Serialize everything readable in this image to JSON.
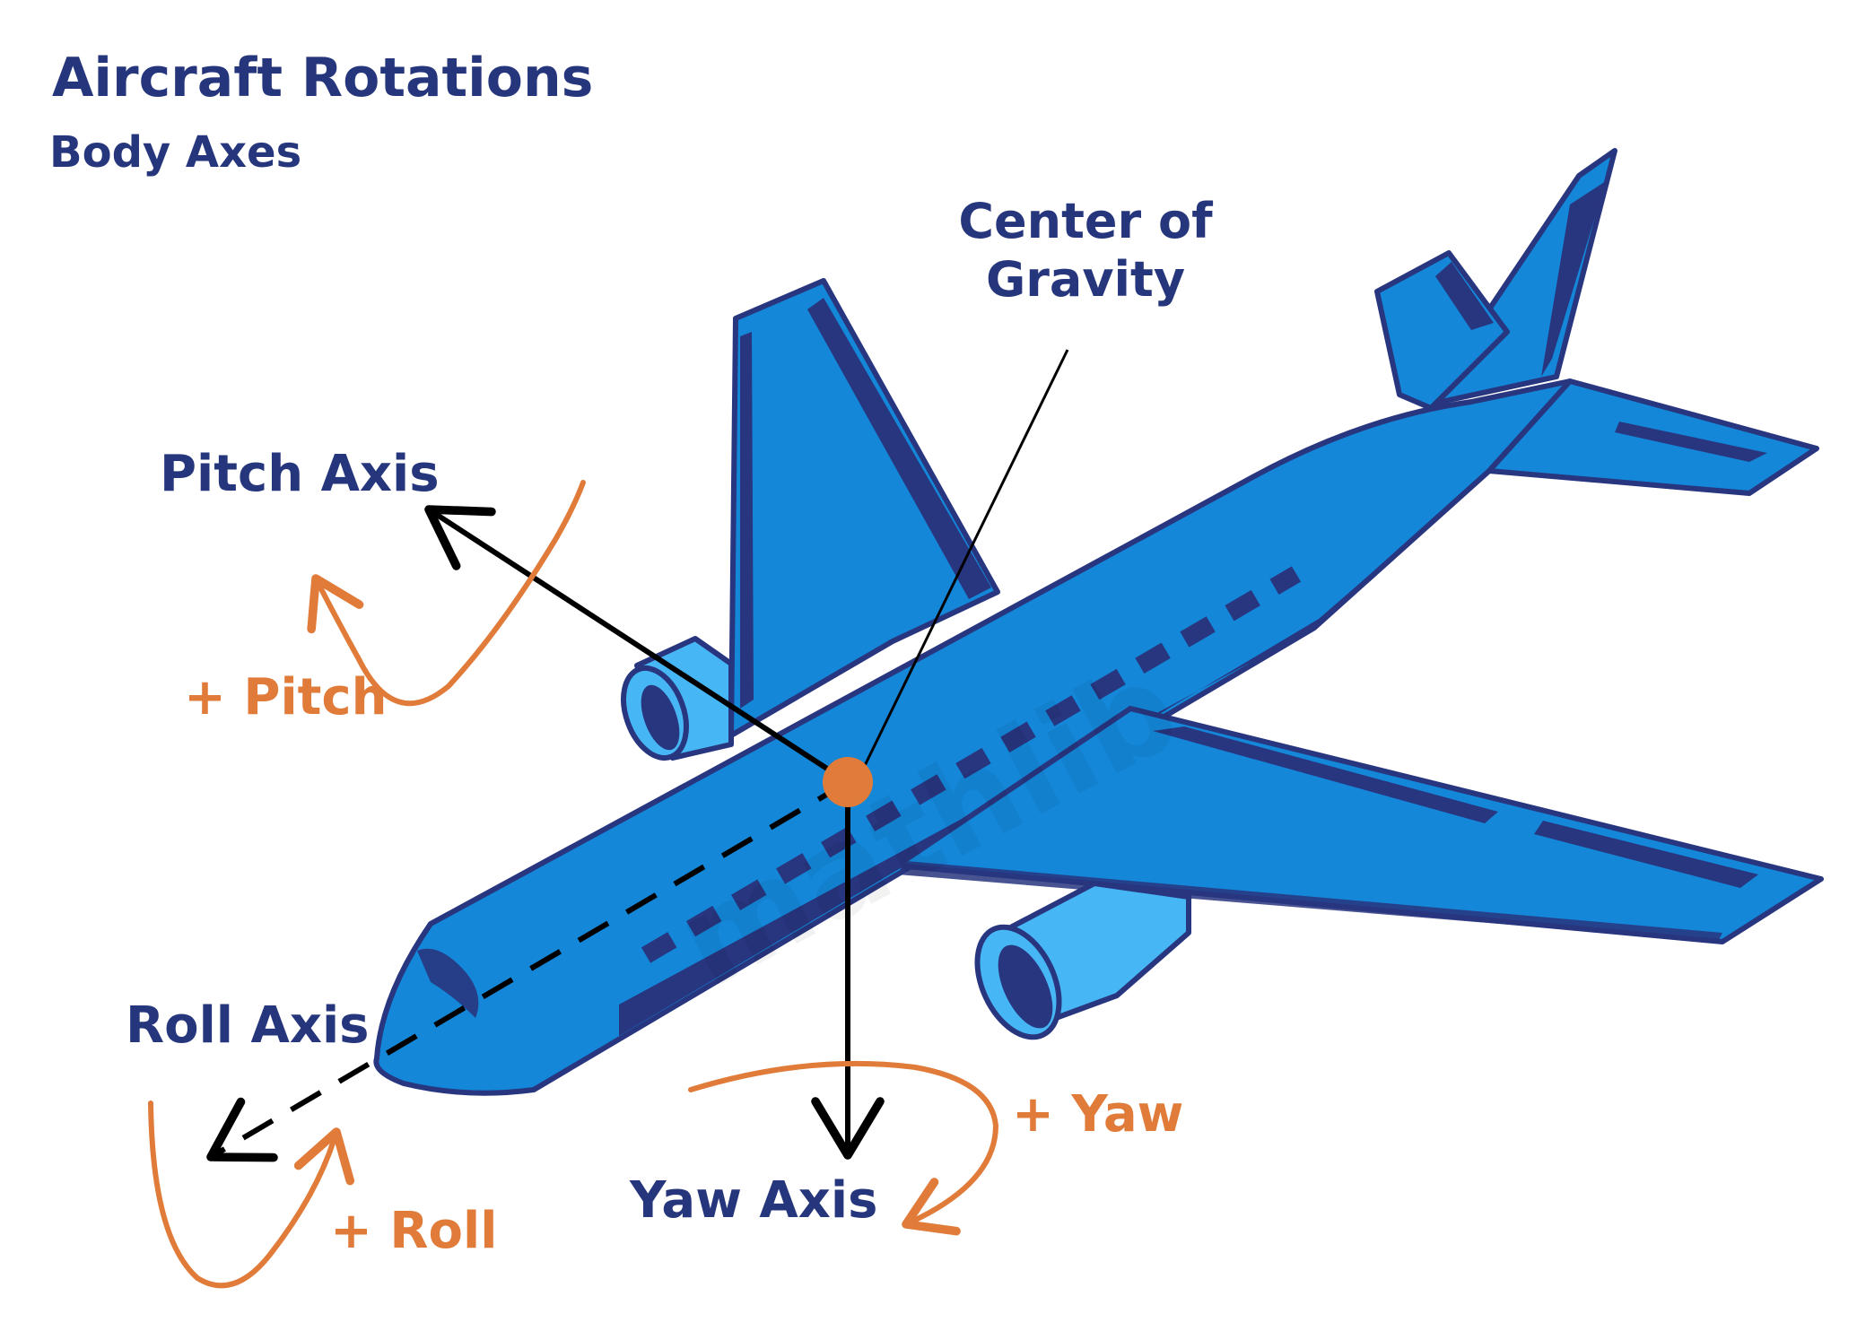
{
  "title": "Aircraft Rotations",
  "subtitle": "Body Axes",
  "watermark": "mathlib",
  "labels": {
    "center_of_gravity": "Center of Gravity",
    "pitch_axis": "Pitch Axis",
    "roll_axis": "Roll Axis",
    "yaw_axis": "Yaw Axis",
    "pitch_rotation": "+ Pitch",
    "roll_rotation": "+ Roll",
    "yaw_rotation": "+ Yaw"
  },
  "colors": {
    "navy": "#26367c",
    "body_blue": "#1487d8",
    "engine_blue": "#47b6f5",
    "dark_navy": "#28357f",
    "orange": "#e07b39",
    "axis_black": "#000000"
  }
}
